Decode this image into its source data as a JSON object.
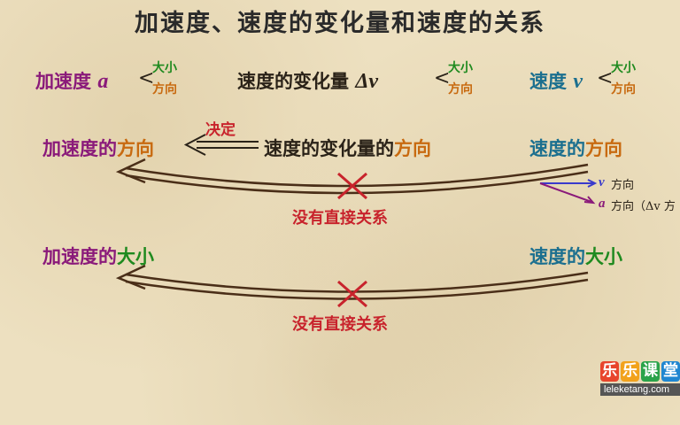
{
  "title": "加速度、速度的变化量和速度的关系",
  "row1": {
    "accel": {
      "label": "加速度",
      "symbol": "a",
      "magnitude": "大小",
      "direction": "方向"
    },
    "dv": {
      "label": "速度的变化量",
      "symbol": "Δv",
      "magnitude": "大小",
      "direction": "方向"
    },
    "vel": {
      "label": "速度",
      "symbol": "v",
      "magnitude": "大小",
      "direction": "方向"
    }
  },
  "row2": {
    "accel_dir_prefix": "加速度的",
    "accel_dir_word": "方向",
    "determine": "决定",
    "dv_dir_prefix": "速度的变化量的",
    "dv_dir_word": "方向",
    "vel_dir_prefix": "速度的",
    "vel_dir_word": "方向",
    "no_relation": "没有直接关系"
  },
  "side_note": {
    "v_line_symbol": "v",
    "v_line_text": "方向",
    "a_line_symbol": "a",
    "a_line_text": "方向（Δv 方"
  },
  "row3": {
    "accel_mag_prefix": "加速度的",
    "accel_mag_word": "大小",
    "vel_mag_prefix": "速度的",
    "vel_mag_word": "大小",
    "no_relation": "没有直接关系"
  },
  "logo": {
    "chars": [
      "乐",
      "乐",
      "课",
      "堂"
    ],
    "url": "leleketang.com"
  },
  "colors": {
    "accel": "#8a1a7a",
    "direction": "#c86a10",
    "magnitude": "#1f8a1f",
    "velocity": "#1b6f8f",
    "relation": "#c8232c",
    "ink": "#2a2218"
  }
}
